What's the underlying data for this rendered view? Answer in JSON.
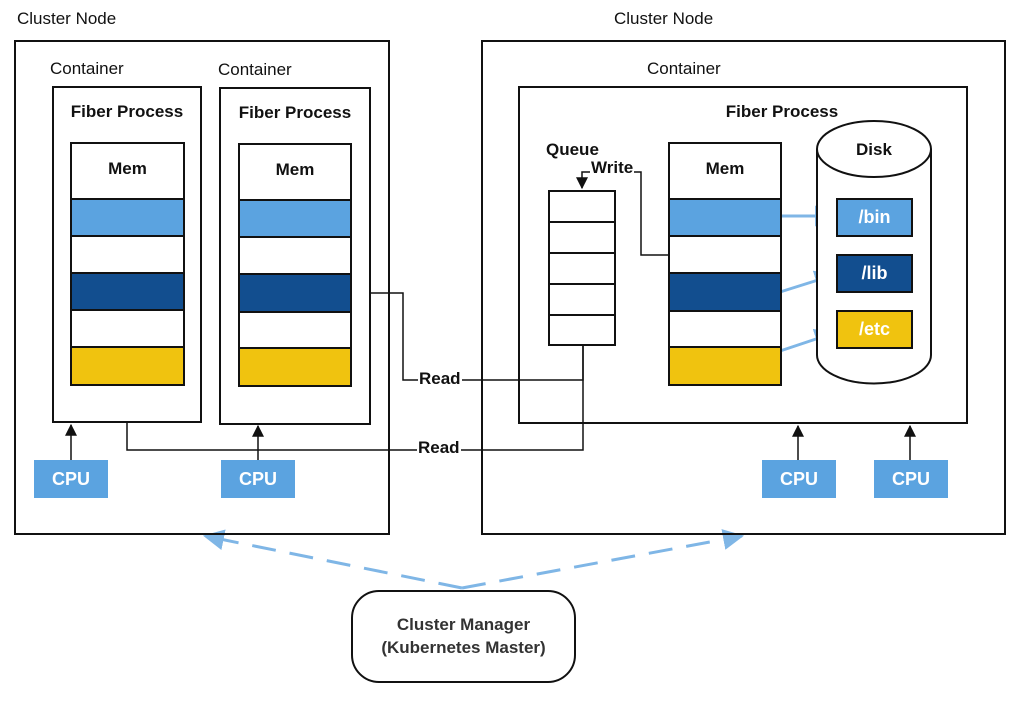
{
  "nodes": {
    "left": {
      "label": "Cluster Node",
      "containers": [
        {
          "label": "Container",
          "process": "Fiber Process",
          "mem": "Mem",
          "cpu": "CPU"
        },
        {
          "label": "Container",
          "process": "Fiber Process",
          "mem": "Mem",
          "cpu": "CPU"
        }
      ]
    },
    "right": {
      "label": "Cluster Node",
      "container": {
        "label": "Container",
        "process": "Fiber Process",
        "queue": "Queue",
        "mem": "Mem",
        "disk": {
          "label": "Disk",
          "paths": [
            "/bin",
            "/lib",
            "/etc"
          ]
        }
      },
      "cpus": [
        "CPU",
        "CPU"
      ]
    }
  },
  "edges": {
    "write": "Write",
    "read_top": "Read",
    "read_bottom": "Read"
  },
  "manager": {
    "line1": "Cluster Manager",
    "line2": "(Kubernetes Master)"
  },
  "colors": {
    "light_blue": "#5ba3e0",
    "dark_blue": "#124e8f",
    "yellow": "#f0c30f",
    "dashed_arrow": "#7fb6e6"
  }
}
